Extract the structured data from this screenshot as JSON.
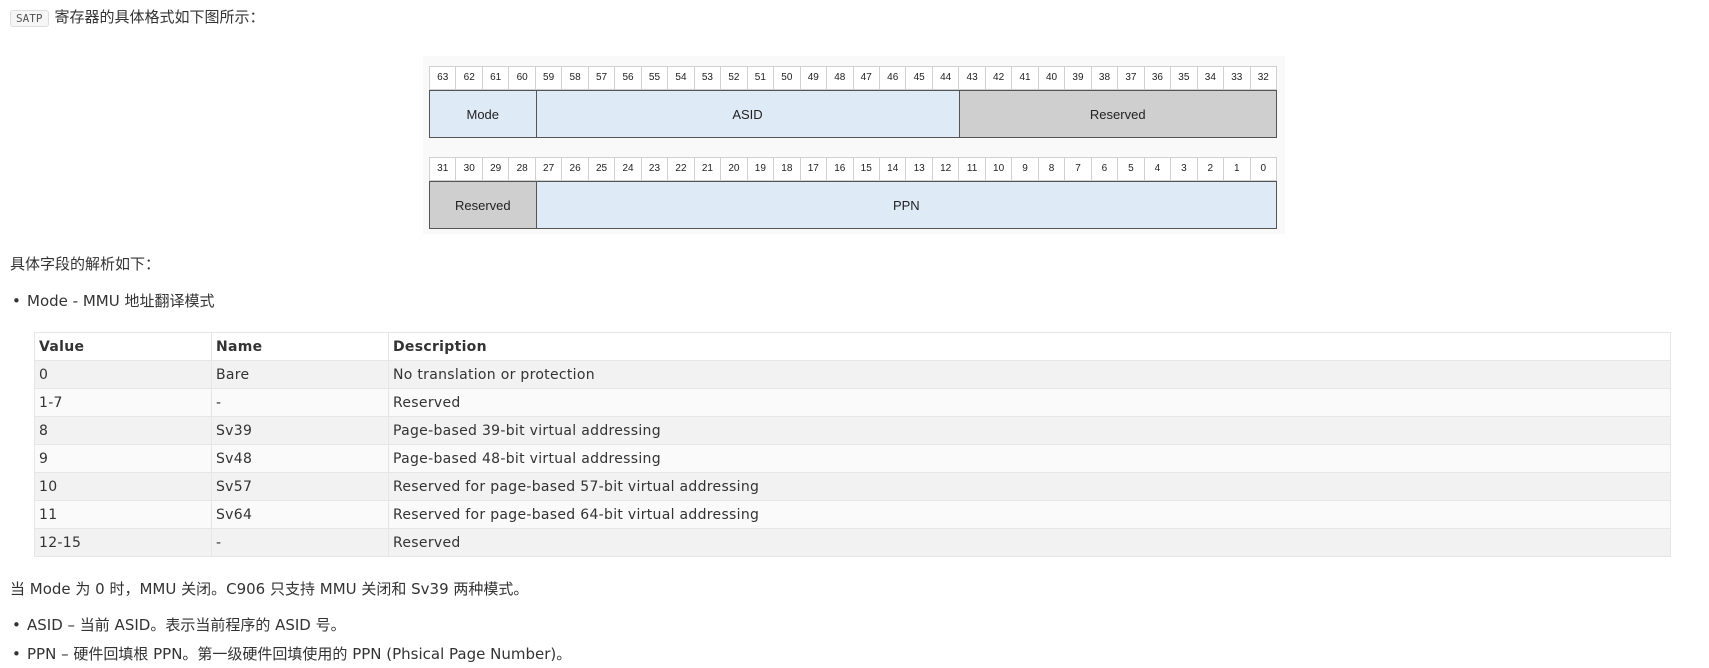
{
  "intro": {
    "code": "SATP",
    "text": "寄存器的具体格式如下图所示："
  },
  "register": {
    "high_bits": [
      "63",
      "62",
      "61",
      "60",
      "59",
      "58",
      "57",
      "56",
      "55",
      "54",
      "53",
      "52",
      "51",
      "50",
      "49",
      "48",
      "47",
      "46",
      "45",
      "44",
      "43",
      "42",
      "41",
      "40",
      "39",
      "38",
      "37",
      "36",
      "35",
      "34",
      "33",
      "32"
    ],
    "high_fields": [
      {
        "label": "Mode",
        "bits": 4,
        "style": "blue"
      },
      {
        "label": "ASID",
        "bits": 16,
        "style": "blue"
      },
      {
        "label": "Reserved",
        "bits": 12,
        "style": "gray"
      }
    ],
    "low_bits": [
      "31",
      "30",
      "29",
      "28",
      "27",
      "26",
      "25",
      "24",
      "23",
      "22",
      "21",
      "20",
      "19",
      "18",
      "17",
      "16",
      "15",
      "14",
      "13",
      "12",
      "11",
      "10",
      "9",
      "8",
      "7",
      "6",
      "5",
      "4",
      "3",
      "2",
      "1",
      "0"
    ],
    "low_fields": [
      {
        "label": "Reserved",
        "bits": 4,
        "style": "gray"
      },
      {
        "label": "PPN",
        "bits": 28,
        "style": "blue"
      }
    ]
  },
  "parse_heading": "具体字段的解析如下：",
  "bullet_mode": "Mode - MMU 地址翻译模式",
  "mode_table": {
    "headers": [
      "Value",
      "Name",
      "Description"
    ],
    "rows": [
      [
        "0",
        "Bare",
        "No translation or protection"
      ],
      [
        "1-7",
        "-",
        "Reserved"
      ],
      [
        "8",
        "Sv39",
        "Page-based 39-bit virtual addressing"
      ],
      [
        "9",
        "Sv48",
        "Page-based 48-bit virtual addressing"
      ],
      [
        "10",
        "Sv57",
        "Reserved for page-based 57-bit virtual addressing"
      ],
      [
        "11",
        "Sv64",
        "Reserved for page-based 64-bit virtual addressing"
      ],
      [
        "12-15",
        "-",
        "Reserved"
      ]
    ]
  },
  "mode_note": "当 Mode 为 0 时，MMU 关闭。C906 只支持 MMU 关闭和 Sv39 两种模式。",
  "bullet_asid": "ASID – 当前 ASID。表示当前程序的 ASID 号。",
  "bullet_ppn": "PPN – 硬件回填根 PPN。第一级硬件回填使用的 PPN (Phsical Page Number)。"
}
